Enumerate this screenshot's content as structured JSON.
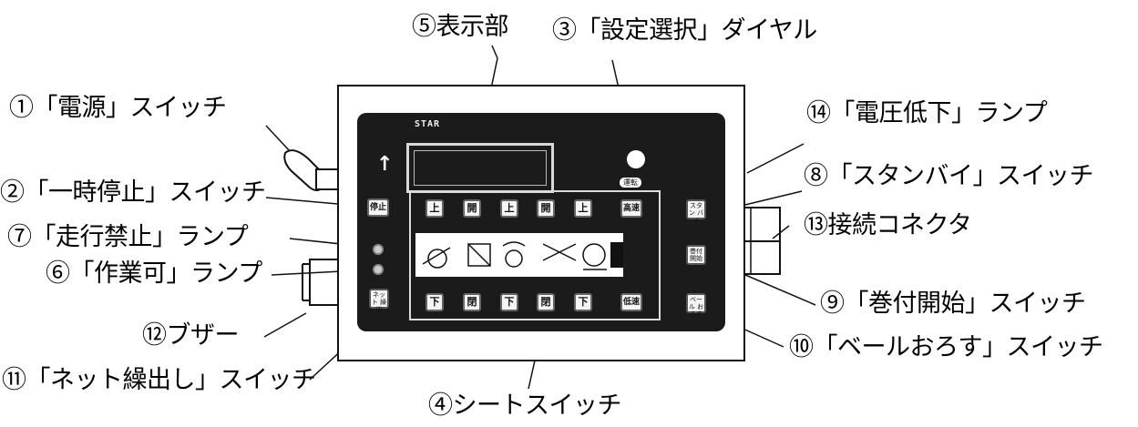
{
  "labels": {
    "power_switch": "①「電源」スイッチ",
    "pause_switch": "②「一時停止」スイッチ",
    "setting_dial": "③「設定選択」ダイヤル",
    "sheet_switch": "④シートスイッチ",
    "display": "⑤表示部",
    "work_ok_lamp": "⑥「作業可」ランプ",
    "no_travel_lamp": "⑦「走行禁止」ランプ",
    "standby_switch": "⑧「スタンバイ」スイッチ",
    "wrap_start_switch": "⑨「巻付開始」スイッチ",
    "bale_down_switch": "⑩「ベールおろす」スイッチ",
    "net_feed_switch": "⑪「ネット繰出し」スイッチ",
    "buzzer": "⑫ブザー",
    "connector": "⑬接続コネクタ",
    "low_voltage_lamp": "⑭「電圧低下」ランプ"
  },
  "panel": {
    "brand": "STAR",
    "mode_label": "運転",
    "stop_key": "停止",
    "up_arrow": "↑",
    "top_keys": [
      "上",
      "開",
      "上",
      "開",
      "上",
      "高速"
    ],
    "bottom_keys": [
      "下",
      "閉",
      "下",
      "閉",
      "下",
      "低速"
    ],
    "standby_key": "スタン バイ",
    "wrap_start_key": "巻付 開始",
    "bale_down_key": "ベール おろす",
    "net_feed_key": "ネット 繰出"
  }
}
